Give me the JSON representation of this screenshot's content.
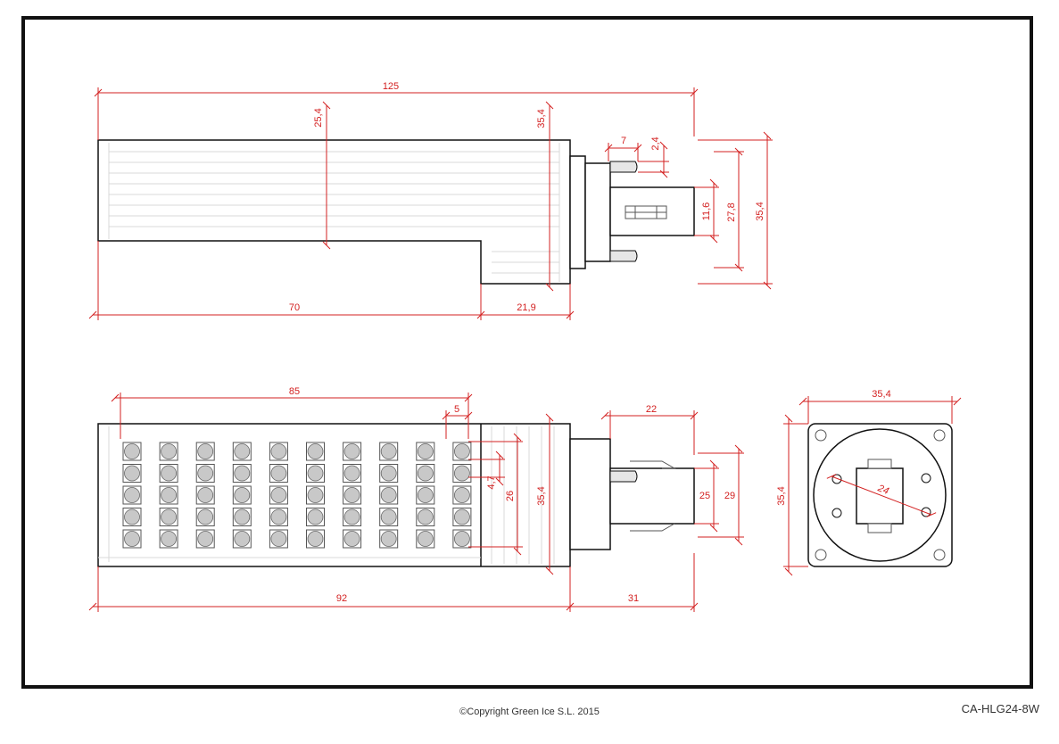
{
  "drawing": {
    "code": "CA-HLG24-8W",
    "copyright": "©Copyright Green Ice S.L. 2015",
    "dimension_color": "#d32020",
    "line_color": "#111111",
    "led_fill": "#c8c8c8",
    "led_grid": {
      "columns": 10,
      "rows": 5
    }
  },
  "dims": {
    "total_length": "125",
    "body_height": "25,4",
    "head_height": "35,4",
    "pin_spacing": "7",
    "pin_diameter": "2,4",
    "base_width": "11,6",
    "pin_span": "27,8",
    "base_height": "35,4",
    "body_length": "70",
    "head_length": "21,9",
    "led_length": "85",
    "led_pitch": "5",
    "led_spacing": "4,7",
    "led_height": "26",
    "front_height": "35,4",
    "base_length": "22",
    "base_inner": "25",
    "base_outer": "29",
    "front_length": "92",
    "cap_length": "31",
    "end_width": "35,4",
    "end_height": "35,4",
    "hole_spacing": "24"
  }
}
